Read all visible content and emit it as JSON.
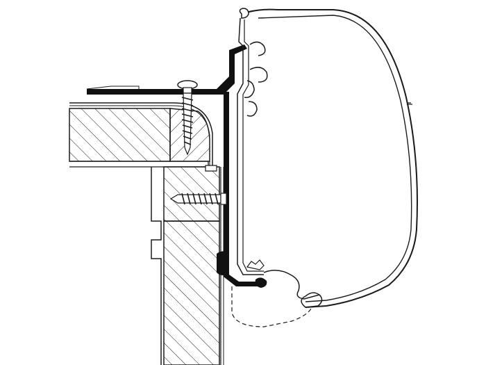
{
  "diagram": {
    "colors": {
      "background": "#ffffff",
      "stroke": "#1a1a1a",
      "fill": "#ffffff",
      "bracket": "#111111"
    },
    "parts": {
      "housing": "awning-housing",
      "adapter": "mounting-rail-adapter",
      "roof": "roof-panel",
      "wall": "side-wall",
      "screws": "mounting-screws"
    }
  }
}
